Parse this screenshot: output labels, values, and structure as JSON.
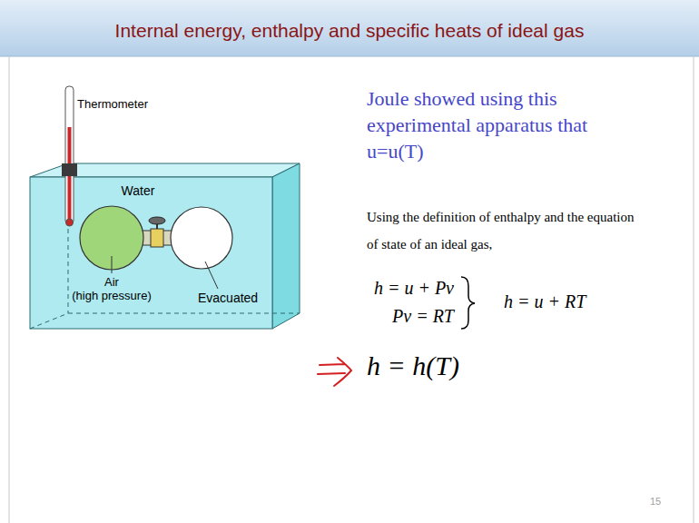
{
  "diagram": {
    "title": "Internal energy, enthalpy and specific heats of ideal gas",
    "labels": [
      "Thermometer",
      "Water",
      "Air",
      "(high pressure)",
      "Evacuated",
      "Joule showed using this experimental apparatus that u=u(T)",
      "Using the definition of enthalpy and the equation of state of an ideal gas,",
      "h = u + Pv",
      "Pv = RT",
      "h = u + RT",
      "h = h(T)",
      "15"
    ]
  }
}
